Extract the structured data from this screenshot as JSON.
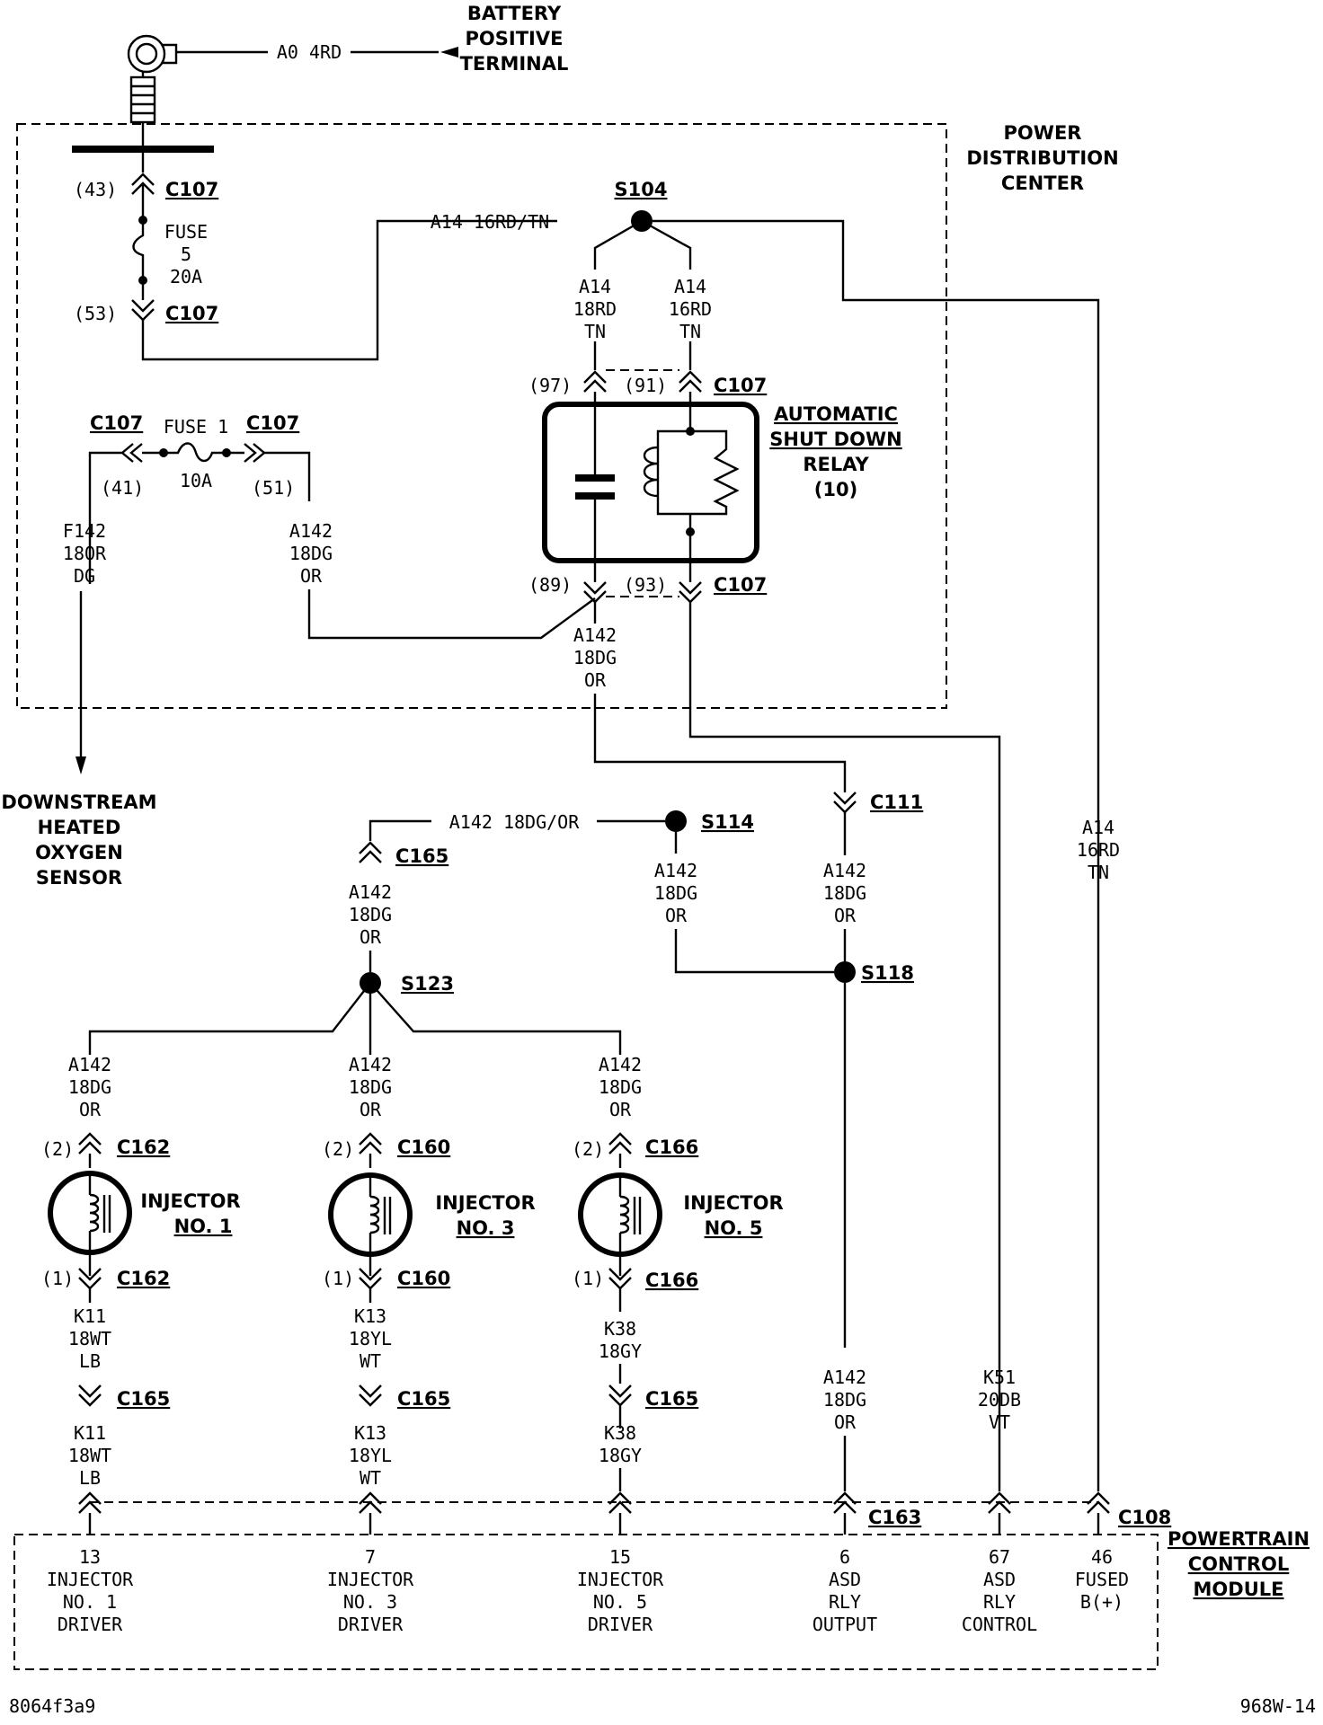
{
  "battery": {
    "label1": "BATTERY",
    "label2": "POSITIVE",
    "label3": "TERMINAL",
    "wire": "A0 4RD"
  },
  "pdc": {
    "label1": "POWER",
    "label2": "DISTRIBUTION",
    "label3": "CENTER"
  },
  "fuse5": {
    "pin_in": "(43)",
    "conn_in": "C107",
    "name": "FUSE",
    "number": "5",
    "rating": "20A",
    "pin_out": "(53)",
    "conn_out": "C107"
  },
  "fuse1": {
    "conn_l": "C107",
    "name": "FUSE 1",
    "conn_r": "C107",
    "pin_l": "(41)",
    "rating": "10A",
    "pin_r": "(51)"
  },
  "wire_a14_top": "A14 16RD/TN",
  "s104": "S104",
  "s104_left": {
    "l1": "A14",
    "l2": "18RD",
    "l3": "TN"
  },
  "s104_right": {
    "l1": "A14",
    "l2": "16RD",
    "l3": "TN"
  },
  "relay": {
    "pin97": "(97)",
    "pin91": "(91)",
    "conn_top": "C107",
    "pin89": "(89)",
    "pin93": "(93)",
    "conn_bot": "C107",
    "l1": "AUTOMATIC",
    "l2": "SHUT DOWN",
    "l3": "RELAY",
    "l4": "(10)"
  },
  "f142": {
    "l1": "F142",
    "l2": "18OR",
    "l3": "DG"
  },
  "a142_fuse": {
    "l1": "A142",
    "l2": "18DG",
    "l3": "OR"
  },
  "a142_relay_out": {
    "l1": "A142",
    "l2": "18DG",
    "l3": "OR"
  },
  "o2": {
    "l1": "DOWNSTREAM",
    "l2": "HEATED",
    "l3": "OXYGEN",
    "l4": "SENSOR"
  },
  "c111": "C111",
  "a142_c111": {
    "l1": "A142",
    "l2": "18DG",
    "l3": "OR"
  },
  "a142_s114_wire": "A142 18DG/OR",
  "s114": "S114",
  "a142_s114": {
    "l1": "A142",
    "l2": "18DG",
    "l3": "OR"
  },
  "s118": "S118",
  "c165_top": "C165",
  "a142_c165": {
    "l1": "A142",
    "l2": "18DG",
    "l3": "OR"
  },
  "s123": "S123",
  "a14_right": {
    "l1": "A14",
    "l2": "16RD",
    "l3": "TN"
  },
  "injectors": [
    {
      "wire": {
        "l1": "A142",
        "l2": "18DG",
        "l3": "OR"
      },
      "pin2": "(2)",
      "conn": "C162",
      "name1": "INJECTOR",
      "name2": "NO. 1",
      "pin1": "(1)",
      "conn_b": "C162",
      "out": {
        "l1": "K11",
        "l2": "18WT",
        "l3": "LB"
      },
      "c165": "C165",
      "out2": {
        "l1": "K11",
        "l2": "18WT",
        "l3": "LB"
      }
    },
    {
      "wire": {
        "l1": "A142",
        "l2": "18DG",
        "l3": "OR"
      },
      "pin2": "(2)",
      "conn": "C160",
      "name1": "INJECTOR",
      "name2": "NO. 3",
      "pin1": "(1)",
      "conn_b": "C160",
      "out": {
        "l1": "K13",
        "l2": "18YL",
        "l3": "WT"
      },
      "c165": "C165",
      "out2": {
        "l1": "K13",
        "l2": "18YL",
        "l3": "WT"
      }
    },
    {
      "wire": {
        "l1": "A142",
        "l2": "18DG",
        "l3": "OR"
      },
      "pin2": "(2)",
      "conn": "C166",
      "name1": "INJECTOR",
      "name2": "NO. 5",
      "pin1": "(1)",
      "conn_b": "C166",
      "out": {
        "l1": "K38",
        "l2": "18GY"
      },
      "c165": "C165",
      "out2": {
        "l1": "K38",
        "l2": "18GY"
      }
    }
  ],
  "a142_pcm": {
    "l1": "A142",
    "l2": "18DG",
    "l3": "OR"
  },
  "k51": {
    "l1": "K51",
    "l2": "20DB",
    "l3": "VT"
  },
  "c163": "C163",
  "c108": "C108",
  "pcm": {
    "l1": "POWERTRAIN",
    "l2": "CONTROL",
    "l3": "MODULE"
  },
  "pcm_pins": [
    {
      "num": "13",
      "l1": "INJECTOR",
      "l2": "NO. 1",
      "l3": "DRIVER"
    },
    {
      "num": "7",
      "l1": "INJECTOR",
      "l2": "NO. 3",
      "l3": "DRIVER"
    },
    {
      "num": "15",
      "l1": "INJECTOR",
      "l2": "NO. 5",
      "l3": "DRIVER"
    },
    {
      "num": "6",
      "l1": "ASD",
      "l2": "RLY",
      "l3": "OUTPUT"
    },
    {
      "num": "67",
      "l1": "ASD",
      "l2": "RLY",
      "l3": "CONTROL"
    },
    {
      "num": "46",
      "l1": "FUSED",
      "l2": "B(+)",
      "l3": ""
    }
  ],
  "footer_left": "8064f3a9",
  "footer_right": "968W-14"
}
